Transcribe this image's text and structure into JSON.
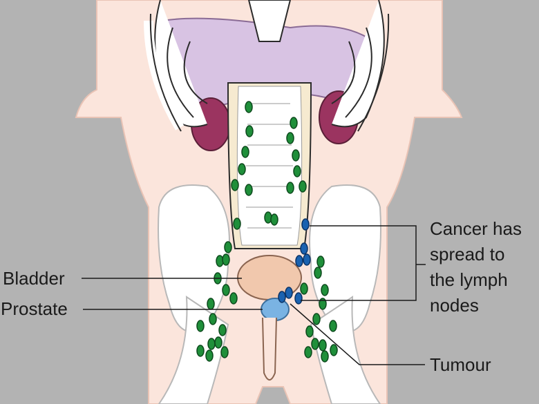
{
  "labels": {
    "bladder": "Bladder",
    "prostate": "Prostate",
    "spread_line1": "Cancer has",
    "spread_line2": "spread to",
    "spread_line3": "the lymph",
    "spread_line4": "nodes",
    "tumour": "Tumour"
  },
  "colors": {
    "background": "#b3b3b3",
    "skin": "#fbe5dc",
    "bone": "#ffffff",
    "liver": "#d8c3e3",
    "kidney": "#9b3460",
    "bladder": "#f1c8ad",
    "lymph_node_normal": "#1f8f3a",
    "lymph_node_cancer": "#1a62b0",
    "prostate": "#7ab3e3"
  }
}
